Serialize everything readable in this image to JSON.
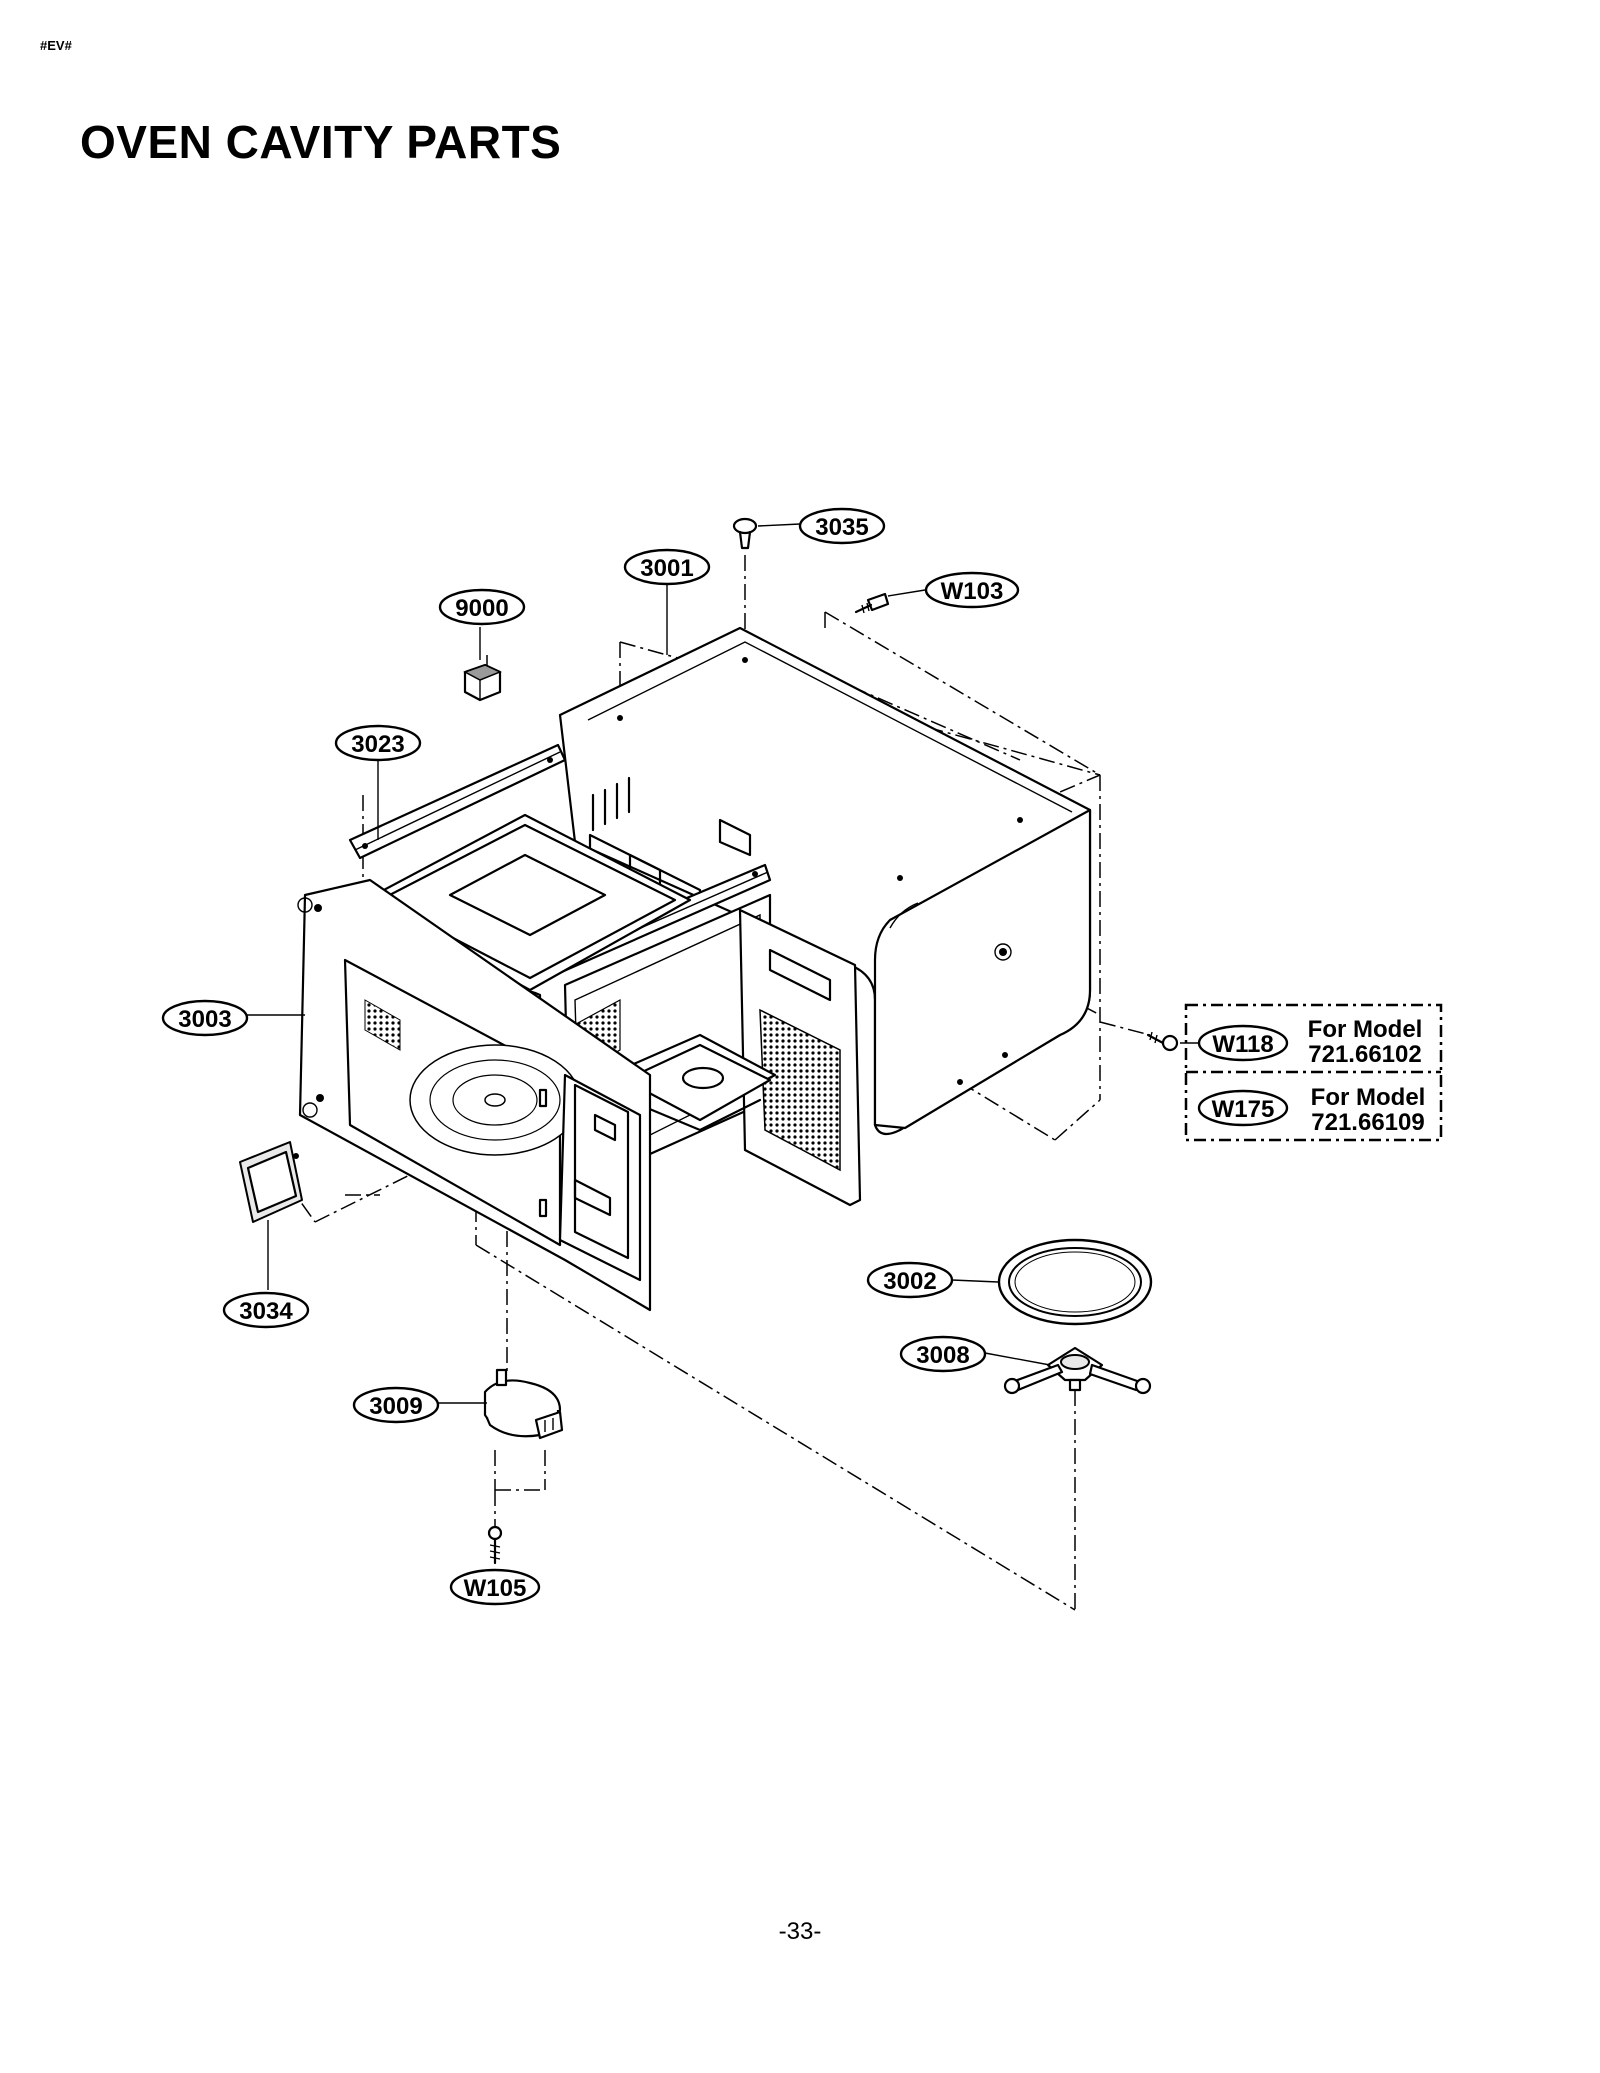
{
  "header": {
    "doc_code": "#EV#",
    "title": "OVEN CAVITY PARTS"
  },
  "footer": {
    "page_number": "-33-"
  },
  "callouts": {
    "p3035": "3035",
    "p3001": "3001",
    "pW103": "W103",
    "p9000": "9000",
    "p3023": "3023",
    "p3003": "3003",
    "pW118": "W118",
    "pW175": "W175",
    "p3034": "3034",
    "p3002": "3002",
    "p3008": "3008",
    "p3009": "3009",
    "pW105": "W105"
  },
  "model_notes": {
    "w118_label": "For Model",
    "w118_model": "721.66102",
    "w175_label": "For Model",
    "w175_model": "721.66109"
  }
}
